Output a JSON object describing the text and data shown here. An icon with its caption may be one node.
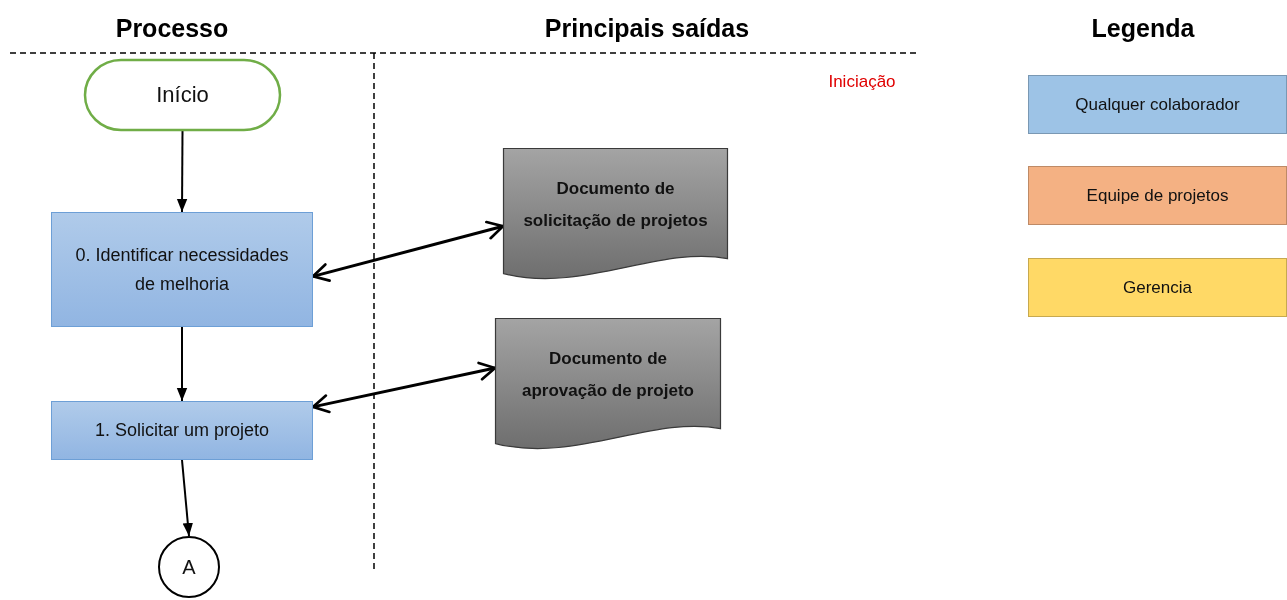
{
  "diagram": {
    "nodes": [
      {
        "text": [
          "Início"
        ]
      },
      {
        "text": [
          "0. Identificar necessidades de melhoria"
        ]
      },
      {
        "text": [
          "1. Solicitar um projeto"
        ]
      },
      {
        "text": [
          "A"
        ]
      },
      {
        "text": [
          "Documento de solicitação de projetos"
        ]
      },
      {
        "text": [
          "Documento de aprovação de projeto"
        ]
      }
    ],
    "edges": [
      {
        "from": 0,
        "to": 1,
        "arrow": "to"
      },
      {
        "from": 1,
        "to": 2,
        "arrow": "to"
      },
      {
        "from": 2,
        "to": 3,
        "arrow": "to"
      },
      {
        "from": 1,
        "to": 4,
        "arrow": "both"
      },
      {
        "from": 2,
        "to": 5,
        "arrow": "both"
      }
    ],
    "labels": [
      "Processo",
      "Principais saídas",
      "Legenda",
      "Iniciação"
    ],
    "legend": [
      {
        "text": "Qualquer colaborador",
        "color": "#9dc3e6"
      },
      {
        "text": "Equipe de projetos",
        "color": "#f4b183"
      },
      {
        "text": "Gerencia",
        "color": "#ffd966"
      }
    ]
  }
}
